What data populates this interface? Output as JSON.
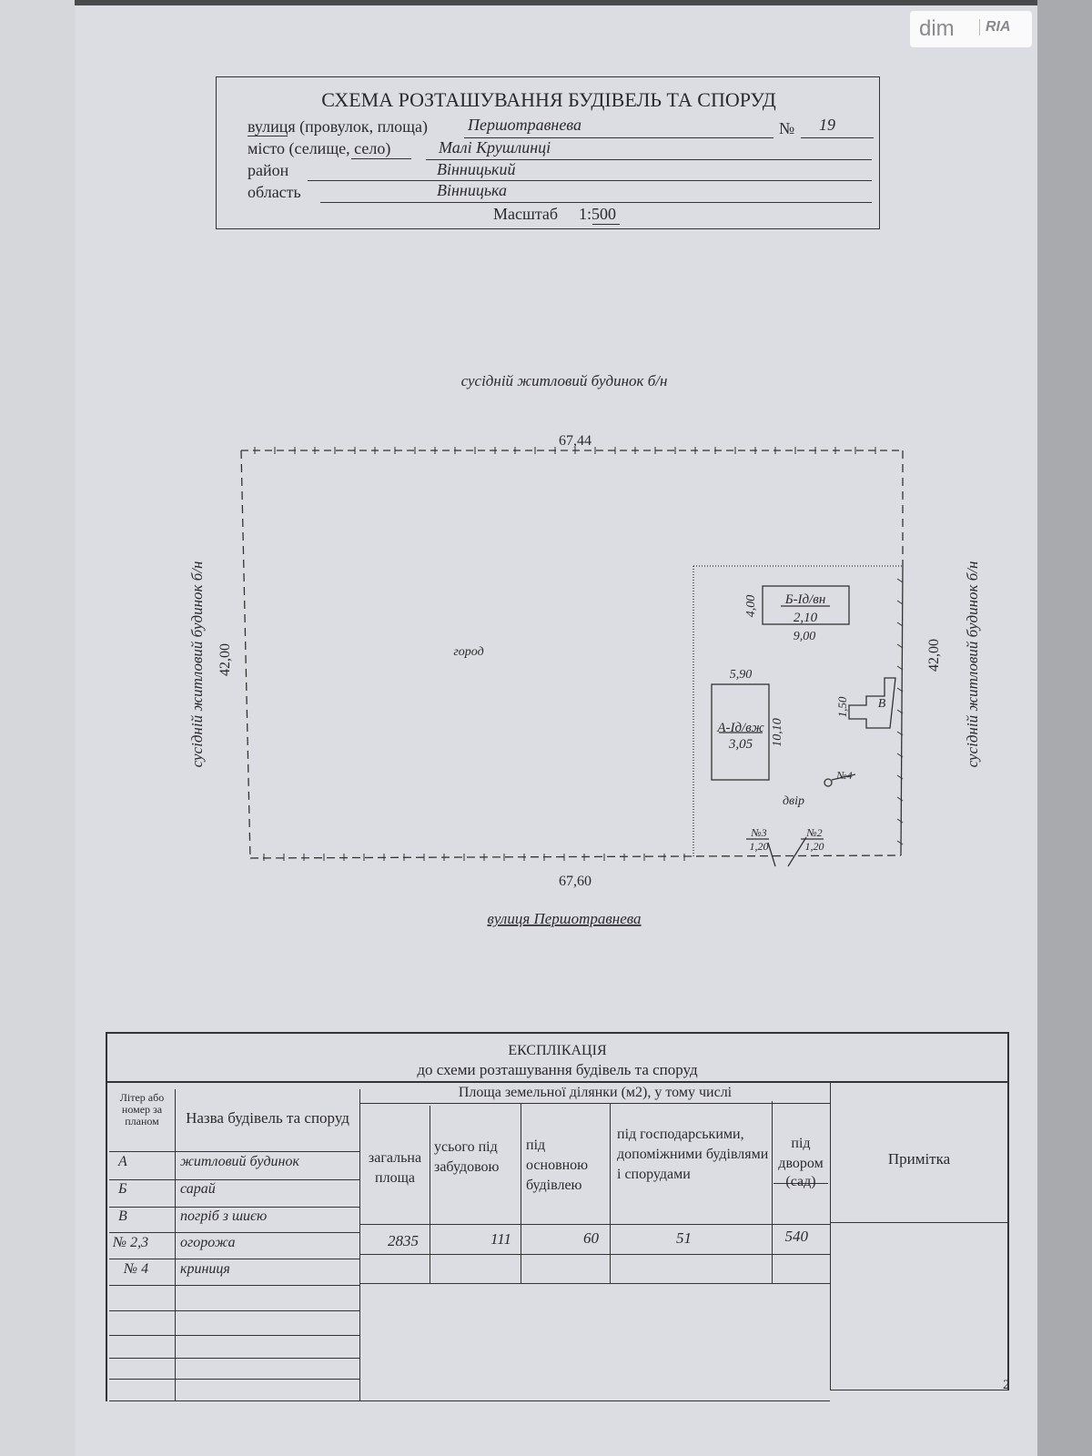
{
  "watermark": {
    "brand": "dim",
    "partner": "RIA"
  },
  "header": {
    "title": "СХЕМА РОЗТАШУВАННЯ БУДІВЕЛЬ ТА СПОРУД",
    "street_label": "вулиця (провулок, площа)",
    "street_value": "Першотравнева",
    "number_label": "№",
    "number_value": "19",
    "city_label": "місто (селище, село)",
    "city_value": "Малі Крушлинці",
    "district_label": "район",
    "district_value": "Вінницький",
    "region_label": "область",
    "region_value": "Вінницька",
    "scale_label": "Масштаб",
    "scale_value": "1:500"
  },
  "plan": {
    "top_neighbor": "сусідній житловий будинок б/н",
    "left_neighbor": "сусідній житловий будинок б/н",
    "right_neighbor": "сусідній житловий будинок б/н",
    "street": "вулиця Першотравнева",
    "top_length": "67,44",
    "bottom_length": "67,60",
    "left_length": "42,00",
    "right_length": "42,00",
    "garden": "город",
    "yard": "двір",
    "building_b": {
      "label": "Б-Iд/вн",
      "height": "2,10",
      "width": "9,00",
      "depth": "4,00"
    },
    "building_a": {
      "label": "А-Iд/вж",
      "height": "3,05",
      "width": "5,90",
      "depth": "10,10"
    },
    "cellar": {
      "label": "В",
      "size": "1,50"
    },
    "well": "№4",
    "fence3": {
      "label": "№3",
      "height": "1,20"
    },
    "fence2": {
      "label": "№2",
      "height": "1,20"
    }
  },
  "explication": {
    "title": "ЕКСПЛІКАЦІЯ",
    "subtitle": "до схеми розташування будівель та споруд",
    "col_letter": "Літер або номер за планом",
    "col_name": "Назва будівель та споруд",
    "area_group": "Площа земельної ділянки (м2), у тому числі",
    "col_total": "загальна площа",
    "col_built": "усього під забудовою",
    "col_main": "під основною будівлею",
    "col_aux": "під господарськими, допоміжними будівлями і спорудами",
    "col_yard": "під двором",
    "col_yard2": "(сад)",
    "col_note": "Примітка",
    "rows": [
      {
        "letter": "А",
        "name": "житловий будинок"
      },
      {
        "letter": "Б",
        "name": "сарай"
      },
      {
        "letter": "В",
        "name": "погріб з шиєю"
      },
      {
        "letter": "№ 2,3",
        "name": "огорожа"
      },
      {
        "letter": "№ 4",
        "name": "криниця"
      }
    ],
    "values": {
      "total": "2835",
      "built": "111",
      "main": "60",
      "aux": "51",
      "yard": "540"
    }
  },
  "page_number": "2"
}
